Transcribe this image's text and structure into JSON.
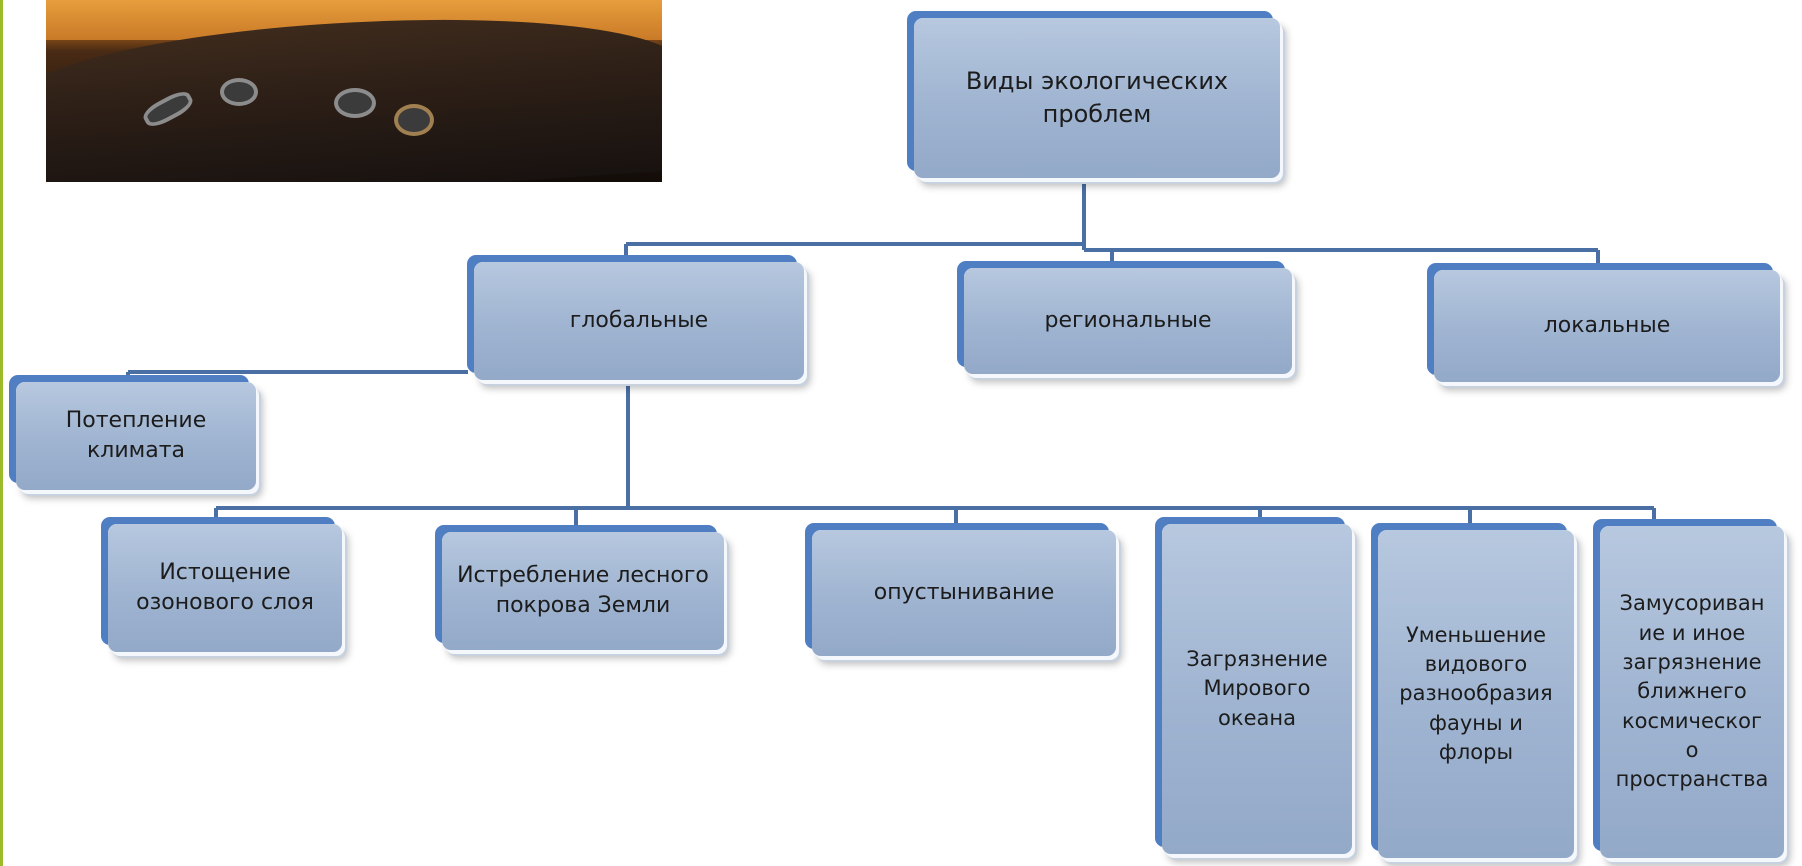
{
  "diagram": {
    "root": {
      "label": "Виды экологических\nпроблем"
    },
    "level1": [
      {
        "id": "global",
        "label": "глобальные"
      },
      {
        "id": "regional",
        "label": "региональные"
      },
      {
        "id": "local",
        "label": "локальные"
      }
    ],
    "global_children": [
      {
        "id": "warming",
        "label": "Потепление\nклимата"
      },
      {
        "id": "ozone",
        "label": "Истощение\nозонового слоя"
      },
      {
        "id": "forest",
        "label": "Истребление лесного\nпокрова Земли"
      },
      {
        "id": "desert",
        "label": "опустынивание"
      },
      {
        "id": "ocean",
        "label": "Загрязнение\nМирового\nокеана"
      },
      {
        "id": "biodiversity",
        "label": "Уменьшение\nвидового\nразнообразия\nфауны и\nфлоры"
      },
      {
        "id": "space",
        "label": "Замусориван\nие и иное\nзагрязнение\nближнего\nкосмическог\nо\nпространства"
      }
    ],
    "colors": {
      "node_fill": "#a4b8d3",
      "node_edge": "#4f7fc2",
      "connector": "#4a6fa5",
      "accent_bar": "#9bbb2a"
    }
  },
  "photo": {
    "icon": "landscape-photo"
  }
}
